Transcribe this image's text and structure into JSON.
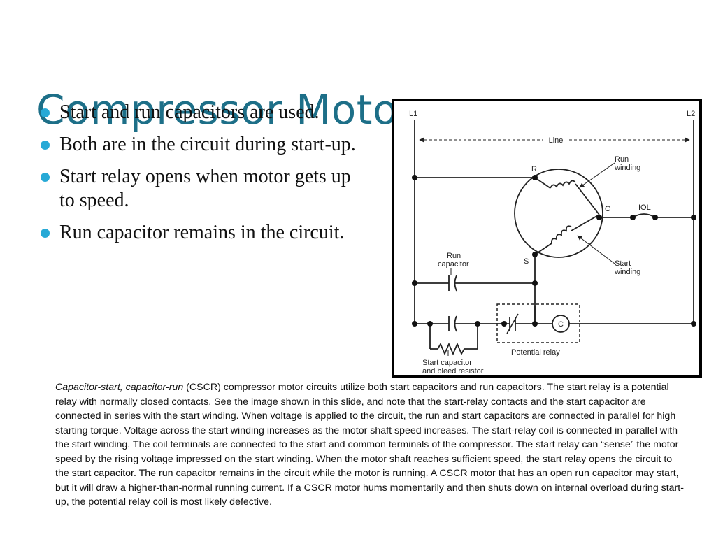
{
  "slide": {
    "title": "Compressor Motors"
  },
  "bullets": [
    "Start and run capacitors are used.",
    "Both are in the circuit during start-up.",
    "Start relay opens when motor gets up to speed.",
    "Run capacitor remains in the circuit."
  ],
  "diagram": {
    "labels": {
      "l1": "L1",
      "l2": "L2",
      "line": "Line",
      "r": "R",
      "c_terminal": "C",
      "s": "S",
      "iol": "IOL",
      "run_winding_1": "Run",
      "run_winding_2": "winding",
      "start_winding_1": "Start",
      "start_winding_2": "winding",
      "run_capacitor_1": "Run",
      "run_capacitor_2": "capacitor",
      "relay_coil": "C",
      "potential_relay": "Potential relay",
      "start_capacitor_1": "Start capacitor",
      "start_capacitor_2": "and bleed resistor"
    }
  },
  "caption": {
    "italic_lead": "Capacitor-start, capacitor-run",
    "body": " (CSCR) compressor motor circuits utilize both start capacitors and run capacitors. The start relay is a potential relay with normally closed contacts. See the image shown in this slide, and note that the start-relay contacts and the start capacitor are connected in series with the start winding. When voltage is applied to the circuit, the run and start capacitors are connected in parallel for high starting torque. Voltage across the start winding increases as the motor shaft speed increases. The start-relay coil is connected in parallel with the start winding. The coil terminals are connected to the start and common terminals of the compressor. The start relay can “sense” the motor speed by the rising voltage impressed on the start winding. When the motor shaft reaches sufficient speed, the start relay opens the circuit to the start capacitor. The run capacitor remains in the circuit while the motor is running. A CSCR motor that has an open run capacitor may start, but it will draw a higher-than-normal running current. If a CSCR motor hums momentarily and then shuts down on internal overload during start-up, the potential relay coil is most likely defective."
  },
  "colors": {
    "title": "#1d6f88",
    "bullet": "#27a9d6"
  }
}
